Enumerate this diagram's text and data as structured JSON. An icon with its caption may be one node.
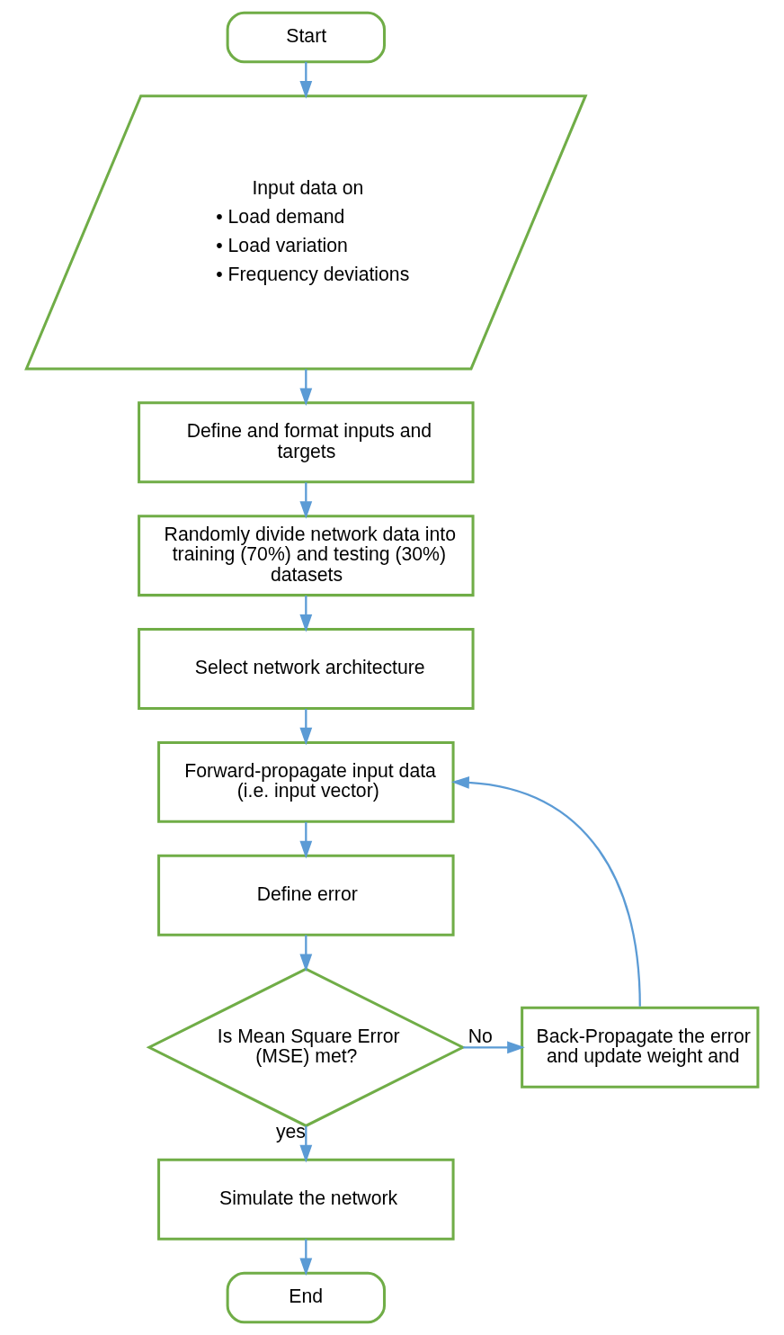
{
  "diagram": {
    "nodes": [
      {
        "text": [
          "Start"
        ]
      },
      {
        "text": [
          "Input data on",
          "• Load demand",
          "• Load variation",
          "• Frequency deviations"
        ]
      },
      {
        "text": [
          "Define and format inputs and targets"
        ]
      },
      {
        "text": [
          "Randomly divide network data into training (70%) and testing (30%) datasets"
        ]
      },
      {
        "text": [
          "Select network architecture"
        ]
      },
      {
        "text": [
          "Forward-propagate input data (i.e. input vector)"
        ]
      },
      {
        "text": [
          "Define error"
        ]
      },
      {
        "text": [
          "Is Mean Square Error (MSE) met?"
        ]
      },
      {
        "text": [
          "Back-Propagate the error and update weight and"
        ]
      },
      {
        "text": [
          "Simulate the network"
        ]
      },
      {
        "text": [
          "End"
        ]
      }
    ],
    "edges": [
      {
        "from": 0,
        "to": 1,
        "arrow": "to"
      },
      {
        "from": 1,
        "to": 2,
        "arrow": "to"
      },
      {
        "from": 2,
        "to": 3,
        "arrow": "to"
      },
      {
        "from": 3,
        "to": 4,
        "arrow": "to"
      },
      {
        "from": 4,
        "to": 5,
        "arrow": "to"
      },
      {
        "from": 5,
        "to": 6,
        "arrow": "to"
      },
      {
        "from": 6,
        "to": 7,
        "arrow": "to"
      },
      {
        "from": 7,
        "to": 8,
        "arrow": "to",
        "label": "No"
      },
      {
        "from": 8,
        "to": 5,
        "arrow": "to"
      },
      {
        "from": 7,
        "to": 9,
        "arrow": "to",
        "label": "yes"
      },
      {
        "from": 9,
        "to": 10,
        "arrow": "to"
      }
    ]
  }
}
